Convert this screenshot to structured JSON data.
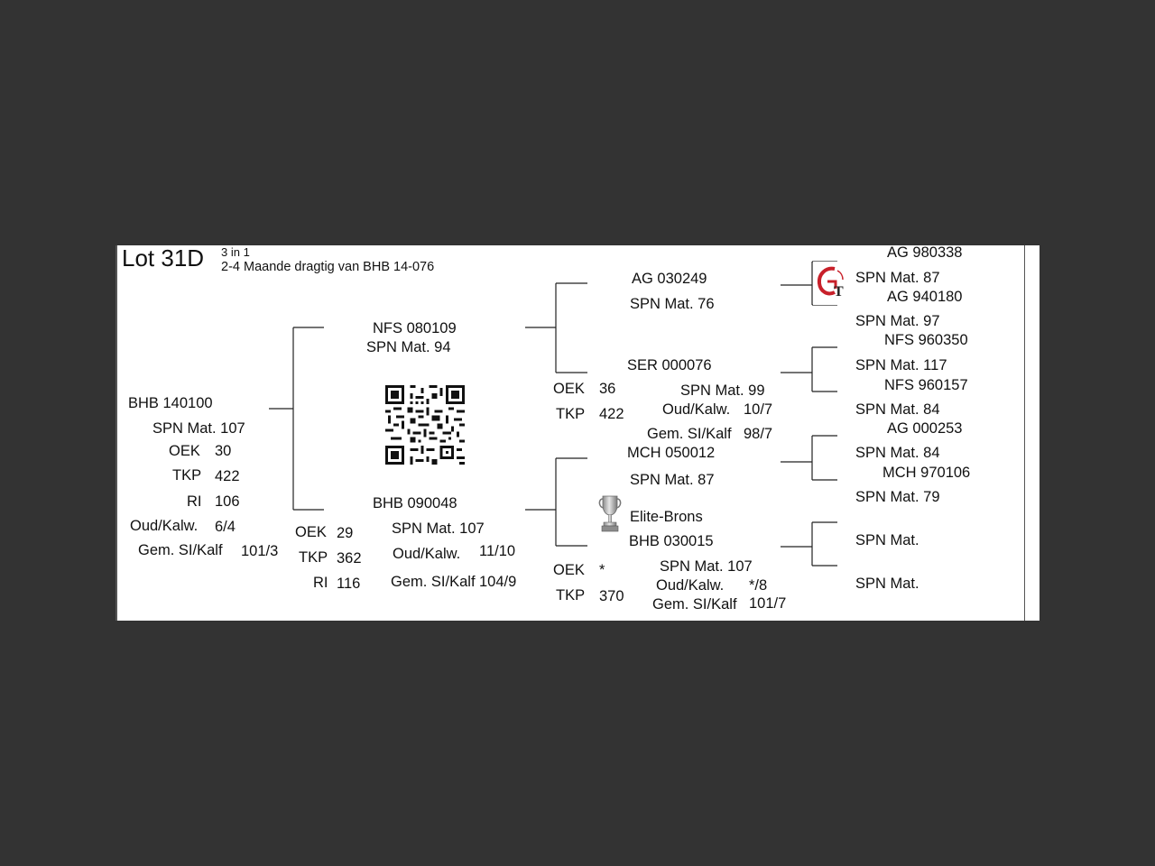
{
  "header": {
    "lot": "Lot 31D",
    "package": "3 in 1",
    "description": "2-4 Maande dragtig van BHB 14-076"
  },
  "animal": {
    "id": "BHB 140100",
    "spn": "SPN Mat. 107",
    "oek_label": "OEK",
    "oek": "30",
    "tkp_label": "TKP",
    "tkp": "422",
    "ri_label": "RI",
    "ri": "106",
    "oudkalw_label": "Oud/Kalw.",
    "oudkalw": "6/4",
    "gemsi_label": "Gem. SI/Kalf",
    "gemsi": "101/3"
  },
  "sire": {
    "id": "NFS 080109",
    "spn": "SPN Mat. 94"
  },
  "dam": {
    "id": "BHB 090048",
    "spn": "SPN Mat. 107",
    "oek_label": "OEK",
    "oek": "29",
    "tkp_label": "TKP",
    "tkp": "362",
    "ri_label": "RI",
    "ri": "116",
    "oudkalw_label": "Oud/Kalw.",
    "oudkalw": "11/10",
    "gemsi_label": "Gem. SI/Kalf",
    "gemsi": "104/9"
  },
  "gen2": {
    "ss": {
      "id": "AG  030249",
      "spn": "SPN Mat. 76"
    },
    "sd": {
      "id": "SER 000076",
      "spn": "SPN Mat. 99",
      "oek_label": "OEK",
      "oek": "36",
      "tkp_label": "TKP",
      "tkp": "422",
      "oudkalw_label": "Oud/Kalw.",
      "oudkalw": "10/7",
      "gemsi_label": "Gem. SI/Kalf",
      "gemsi": "98/7"
    },
    "ds": {
      "id": "MCH 050012",
      "spn": "SPN Mat. 87"
    },
    "dd": {
      "award": "Elite-Brons",
      "id": "BHB 030015",
      "spn": "SPN Mat. 107",
      "oek_label": "OEK",
      "oek": "*",
      "tkp_label": "TKP",
      "tkp": "370",
      "oudkalw_label": "Oud/Kalw.",
      "oudkalw": "*/8",
      "gemsi_label": "Gem. SI/Kalf",
      "gemsi": "101/7"
    }
  },
  "gen3": [
    {
      "id": "AG  980338",
      "spn": "SPN Mat. 87"
    },
    {
      "id": "AG  940180",
      "spn": "SPN Mat. 97"
    },
    {
      "id": "NFS 960350",
      "spn": "SPN Mat. 117"
    },
    {
      "id": "NFS 960157",
      "spn": "SPN Mat. 84"
    },
    {
      "id": "AG  000253",
      "spn": "SPN Mat. 84"
    },
    {
      "id": "MCH 970106",
      "spn": "SPN Mat. 79"
    },
    {
      "id": "",
      "spn": "SPN Mat."
    },
    {
      "id": "",
      "spn": "SPN Mat."
    }
  ],
  "icons": {
    "qr": "qr-code-icon",
    "trophy": "trophy-icon",
    "logo": "gt-logo-icon"
  },
  "colors": {
    "page_background": "#333333",
    "sheet_background": "#ffffff",
    "text": "#111111",
    "logo_red": "#c8202a"
  }
}
